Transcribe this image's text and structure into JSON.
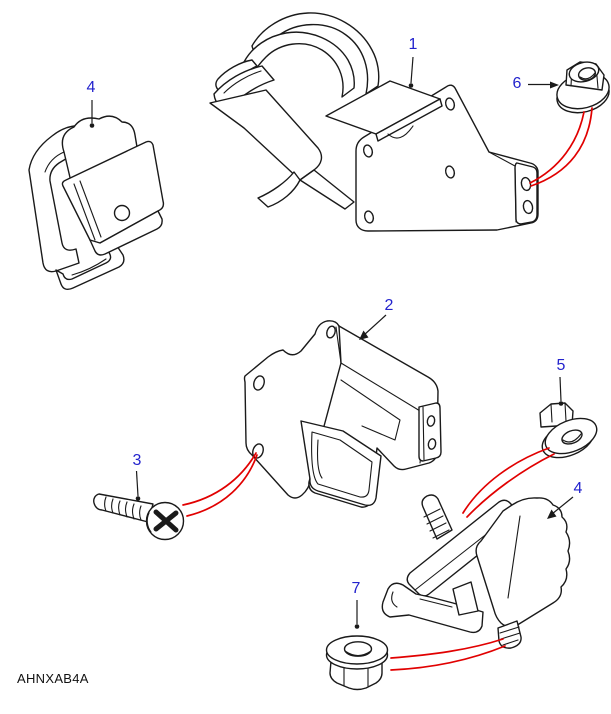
{
  "diagram": {
    "type": "exploded-parts-diagram",
    "footer_code": "AHNXAB4A",
    "colors": {
      "background": "#ffffff",
      "line": "#1a1a1a",
      "callout_label": "#2323cd",
      "leader_line": "#e10000"
    },
    "callouts": [
      {
        "number": "1"
      },
      {
        "number": "2"
      },
      {
        "number": "3"
      },
      {
        "number": "4"
      },
      {
        "number": "4"
      },
      {
        "number": "5"
      },
      {
        "number": "6"
      },
      {
        "number": "7"
      }
    ]
  }
}
